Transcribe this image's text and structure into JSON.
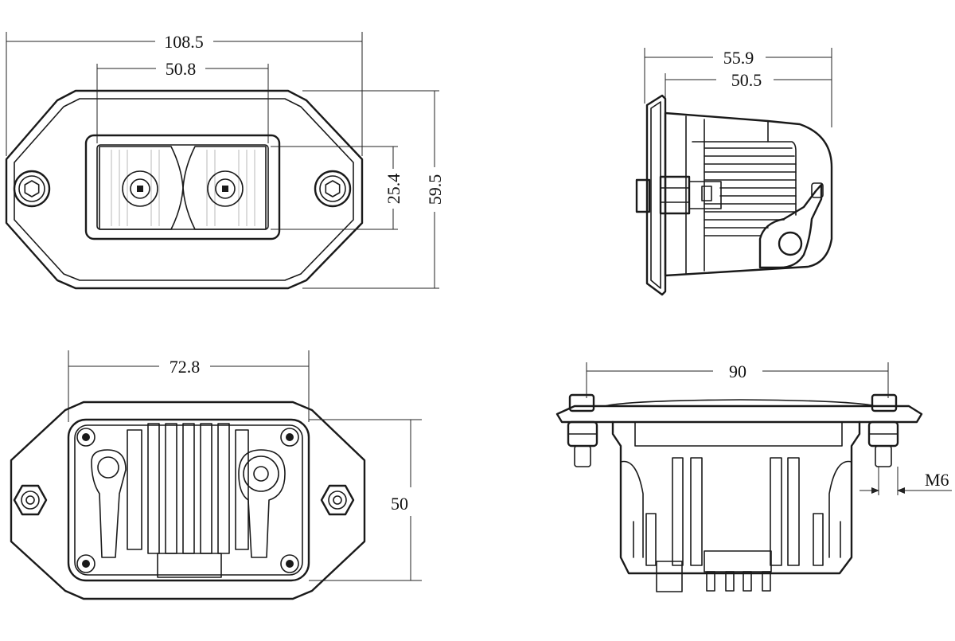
{
  "dimensions": {
    "front_overall_width": "108.5",
    "front_lens_width": "50.8",
    "front_lens_height": "25.4",
    "front_overall_height": "59.5",
    "side_overall_depth": "55.9",
    "side_body_depth": "50.5",
    "back_width": "72.8",
    "back_height": "50",
    "bottom_bolt_spacing": "90",
    "bolt_thread": "M6"
  },
  "colors": {
    "line": "#1a1a1a",
    "background": "#ffffff"
  }
}
